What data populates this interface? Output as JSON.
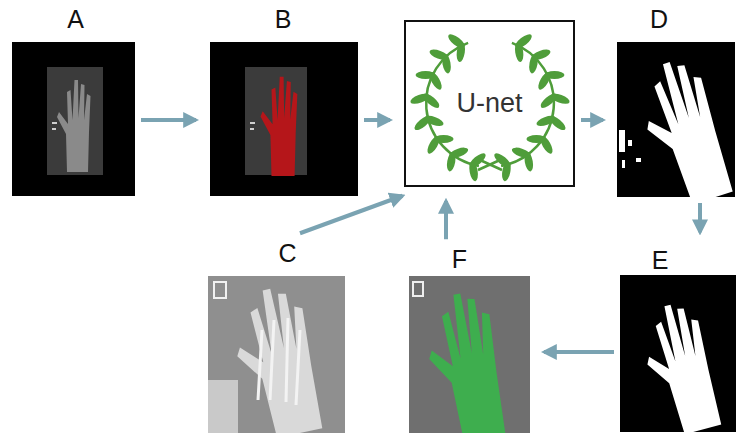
{
  "diagram": {
    "nodes": [
      {
        "text": [
          "A"
        ]
      },
      {
        "text": [
          "B"
        ]
      },
      {
        "text": [
          "U-net"
        ]
      },
      {
        "text": [
          "D"
        ]
      },
      {
        "text": [
          "E"
        ]
      },
      {
        "text": [
          "C"
        ]
      },
      {
        "text": [
          "F"
        ]
      }
    ],
    "edges": [
      {
        "from": 0,
        "to": 1,
        "arrow": "to"
      },
      {
        "from": 1,
        "to": 2,
        "arrow": "to"
      },
      {
        "from": 2,
        "to": 3,
        "arrow": "to"
      },
      {
        "from": 3,
        "to": 4,
        "arrow": "to"
      },
      {
        "from": 4,
        "to": 6,
        "arrow": "to"
      },
      {
        "from": 6,
        "to": 2,
        "arrow": "to"
      },
      {
        "from": 5,
        "to": 2,
        "arrow": "to"
      }
    ]
  }
}
